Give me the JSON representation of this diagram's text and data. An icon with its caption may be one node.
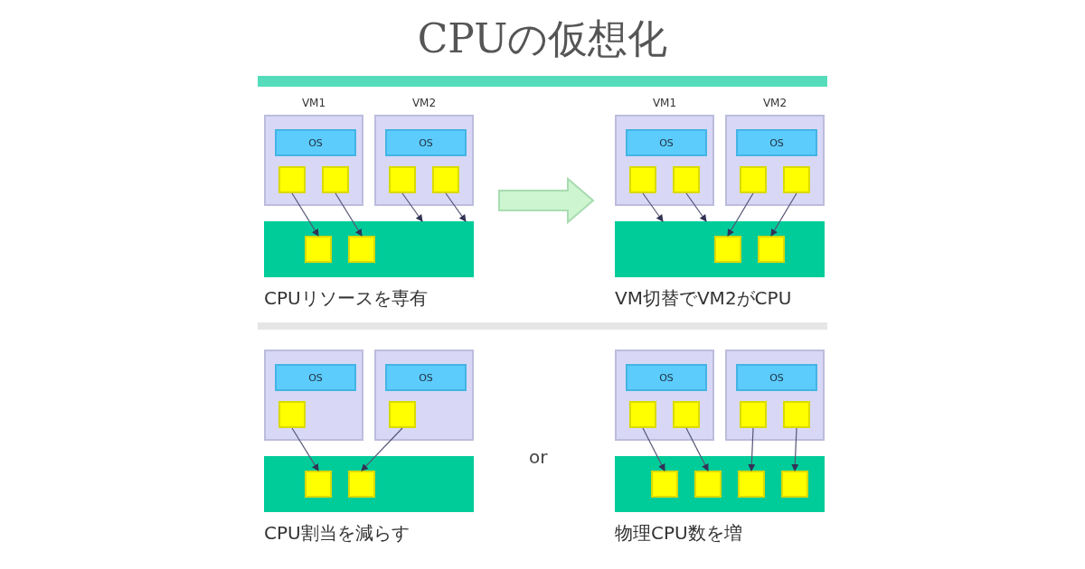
{
  "diagram": {
    "title": "CPUの仮想化",
    "nodes": [
      {
        "text": [
          "VM1"
        ]
      },
      {
        "text": [
          "OS"
        ],
        "in": 0
      },
      {
        "text": [],
        "shape": "box",
        "in": 0
      },
      {
        "text": [],
        "shape": "box",
        "in": 0
      },
      {
        "text": [
          "VM2"
        ]
      },
      {
        "text": [
          "OS"
        ],
        "in": 4
      },
      {
        "text": [],
        "shape": "box",
        "in": 4
      },
      {
        "text": [],
        "shape": "box",
        "in": 4
      },
      {
        "text": [],
        "shape": "bar",
        "beside": [
          "CPUリソースを専有"
        ]
      },
      {
        "text": [],
        "shape": "box",
        "in": 8
      },
      {
        "text": [],
        "shape": "box",
        "in": 8
      },
      {
        "text": [
          "VM1"
        ]
      },
      {
        "text": [
          "OS"
        ],
        "in": 11
      },
      {
        "text": [],
        "shape": "box",
        "in": 11
      },
      {
        "text": [],
        "shape": "box",
        "in": 11
      },
      {
        "text": [
          "VM2"
        ]
      },
      {
        "text": [
          "OS"
        ],
        "in": 15
      },
      {
        "text": [],
        "shape": "box",
        "in": 15
      },
      {
        "text": [],
        "shape": "box",
        "in": 15
      },
      {
        "text": [],
        "shape": "bar",
        "beside": [
          "VM切替でVM2がCPU"
        ]
      },
      {
        "text": [],
        "shape": "box",
        "in": 19
      },
      {
        "text": [],
        "shape": "box",
        "in": 19
      },
      {
        "text": [],
        "shape": "box"
      },
      {
        "text": [
          "OS"
        ],
        "in": 22
      },
      {
        "text": [],
        "shape": "box",
        "in": 22
      },
      {
        "text": [],
        "shape": "box"
      },
      {
        "text": [
          "OS"
        ],
        "in": 25
      },
      {
        "text": [],
        "shape": "box",
        "in": 25
      },
      {
        "text": [],
        "shape": "bar",
        "beside": [
          "CPU割当を減らす"
        ]
      },
      {
        "text": [],
        "shape": "box",
        "in": 28
      },
      {
        "text": [],
        "shape": "box",
        "in": 28
      },
      {
        "text": [],
        "shape": "box"
      },
      {
        "text": [
          "OS"
        ],
        "in": 31
      },
      {
        "text": [],
        "shape": "box",
        "in": 31
      },
      {
        "text": [],
        "shape": "box",
        "in": 31
      },
      {
        "text": [],
        "shape": "box"
      },
      {
        "text": [
          "OS"
        ],
        "in": 35
      },
      {
        "text": [],
        "shape": "box",
        "in": 35
      },
      {
        "text": [],
        "shape": "box",
        "in": 35
      },
      {
        "text": [],
        "shape": "bar",
        "beside": [
          "物理CPU数を増"
        ]
      },
      {
        "text": [],
        "shape": "box",
        "in": 39
      },
      {
        "text": [],
        "shape": "box",
        "in": 39
      },
      {
        "text": [],
        "shape": "box",
        "in": 39
      },
      {
        "text": [],
        "shape": "box",
        "in": 39
      }
    ],
    "edges": [
      {
        "from": 2,
        "to": 9,
        "arrow": "to"
      },
      {
        "from": 3,
        "to": 10,
        "arrow": "to"
      },
      {
        "from": 6,
        "to": 8,
        "arrow": "to"
      },
      {
        "from": 7,
        "to": 8,
        "arrow": "to"
      },
      {
        "from": 13,
        "to": 19,
        "arrow": "to"
      },
      {
        "from": 14,
        "to": 19,
        "arrow": "to"
      },
      {
        "from": 17,
        "to": 20,
        "arrow": "to"
      },
      {
        "from": 18,
        "to": 21,
        "arrow": "to"
      },
      {
        "from": 24,
        "to": 29,
        "arrow": "to"
      },
      {
        "from": 27,
        "to": 30,
        "arrow": "to"
      },
      {
        "from": 33,
        "to": 40,
        "arrow": "to"
      },
      {
        "from": 34,
        "to": 41,
        "arrow": "to"
      },
      {
        "from": 37,
        "to": 42,
        "arrow": "to"
      },
      {
        "from": 38,
        "to": 43,
        "arrow": "to"
      }
    ],
    "labels": [
      "or"
    ]
  }
}
